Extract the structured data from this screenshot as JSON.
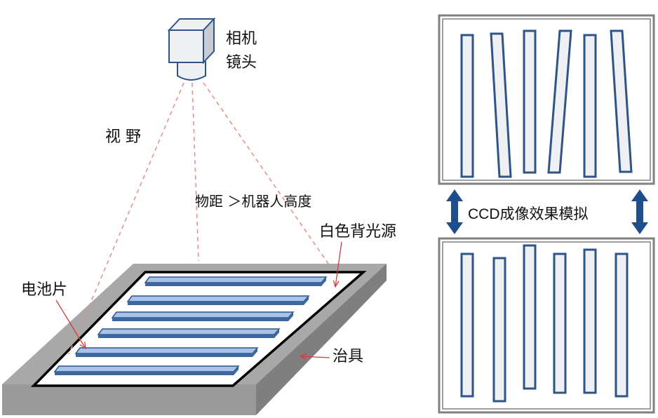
{
  "labels": {
    "camera_line1": "相机",
    "camera_line2": "镜头",
    "field_of_view": "视 野",
    "object_distance": "物距 ＞机器人高度",
    "backlight": "白色背光源",
    "cell": "电池片",
    "fixture": "治具",
    "ccd_simulation": "CCD成像效果模拟"
  },
  "colors": {
    "cell_blue": "#8eb4e3",
    "cell_border": "#2f5487",
    "fixture_gray": "#a6a6a6",
    "arrow_blue": "#1f4e8c",
    "annotation_red": "#d83a3a"
  }
}
